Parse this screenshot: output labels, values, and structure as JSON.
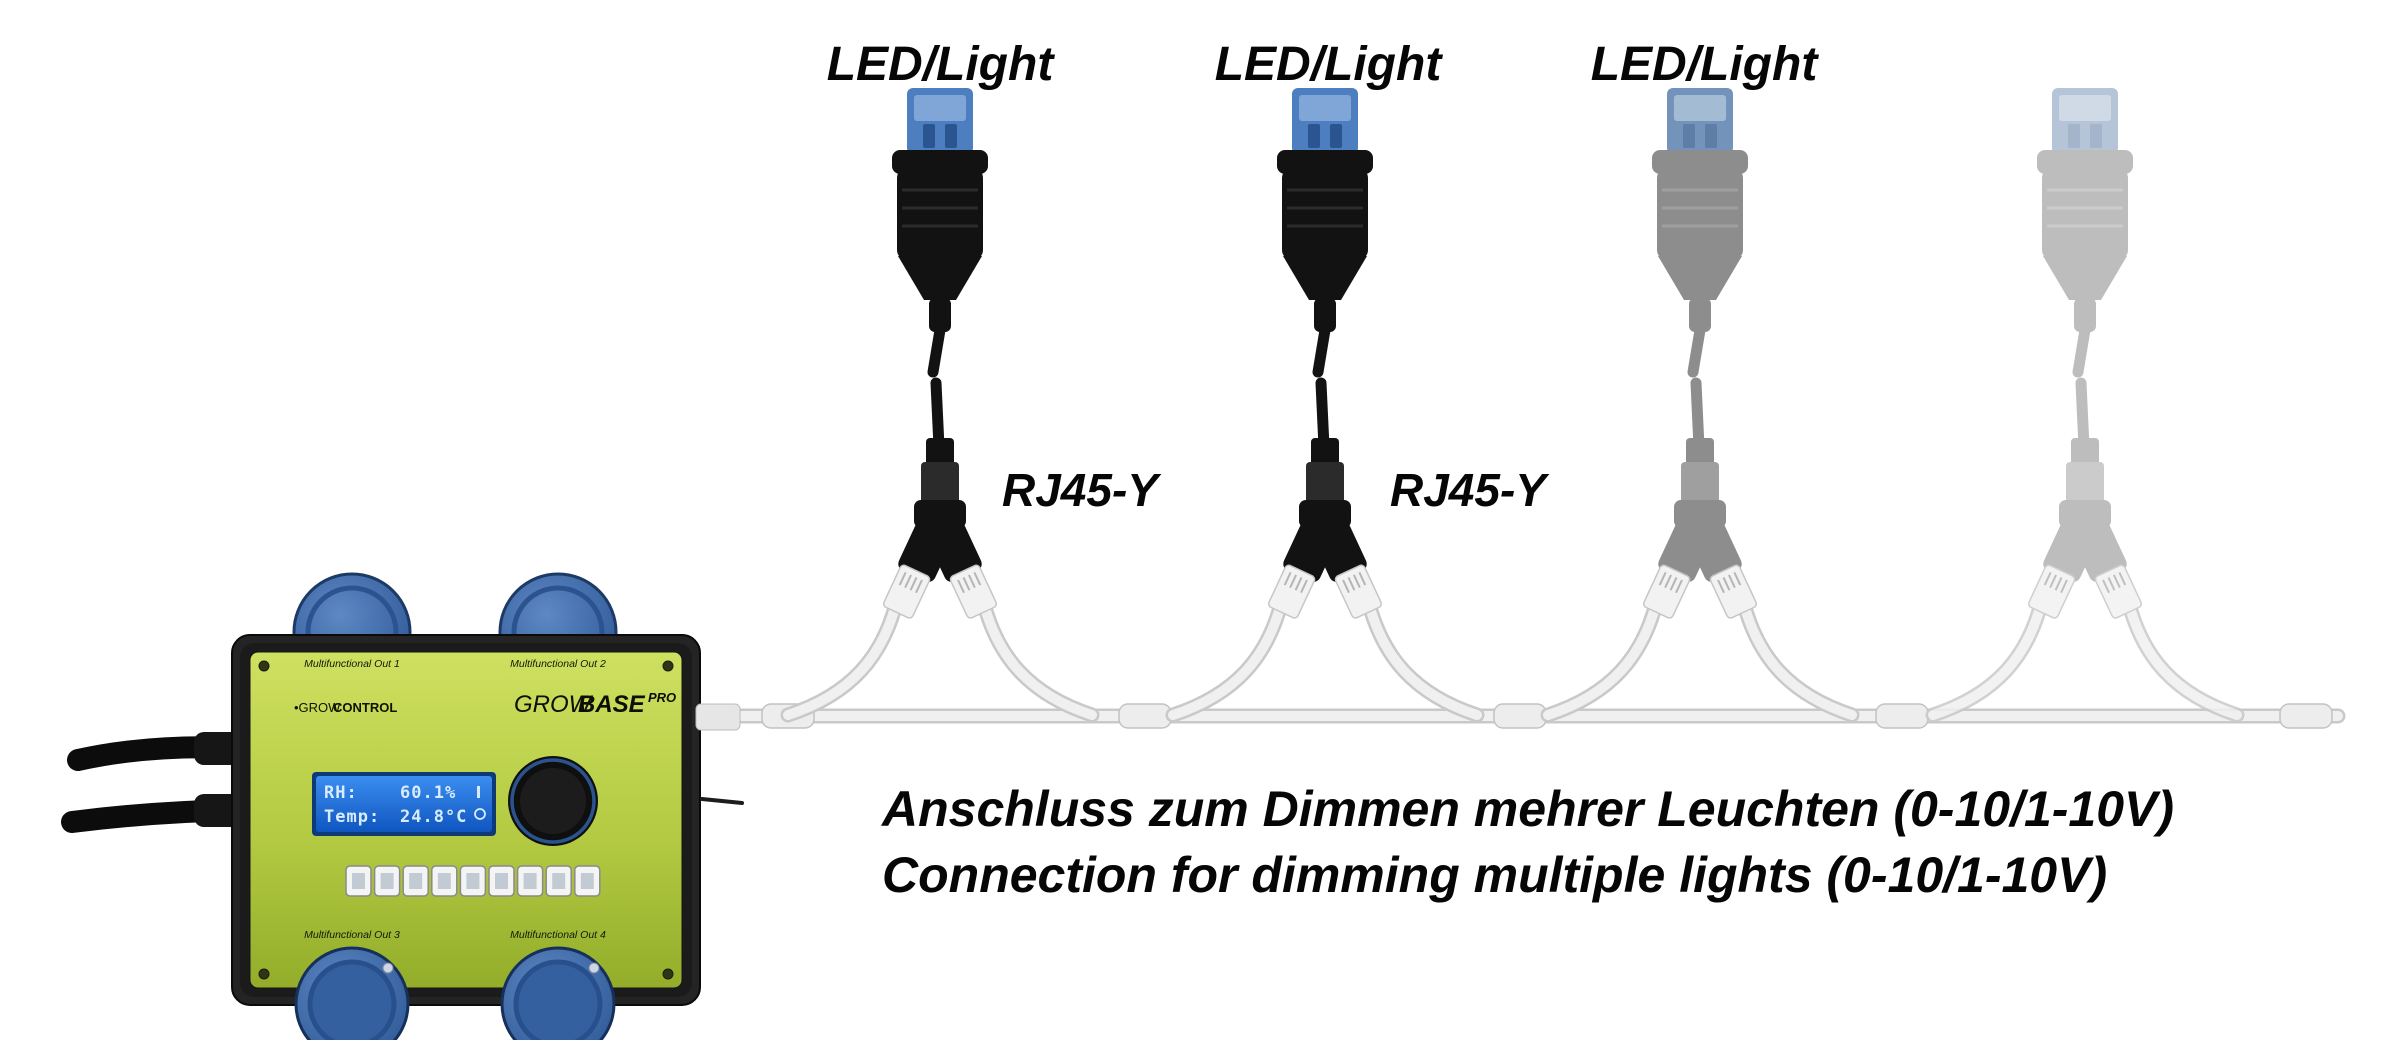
{
  "diagram": {
    "assemblies": [
      {
        "led_label": "LED/Light",
        "rj45_label": "RJ45-Y",
        "appearance": "solid"
      },
      {
        "led_label": "LED/Light",
        "rj45_label": "RJ45-Y",
        "appearance": "solid"
      },
      {
        "led_label": "LED/Light",
        "rj45_label": "",
        "appearance": "ghost"
      },
      {
        "led_label": "",
        "rj45_label": "",
        "appearance": "ghost-light"
      }
    ],
    "caption_de": "Anschluss zum Dimmen mehrer Leuchten (0-10/1-10V)",
    "caption_en": "Connection for dimming multiple lights (0-10/1-10V)"
  },
  "device": {
    "brand": {
      "left_light": "•GROW",
      "left_bold": "CONTROL"
    },
    "model": {
      "grow": "GROW",
      "base": "BASE",
      "pro": "PRO"
    },
    "ports": {
      "out1": "Multifunctional Out 1",
      "out2": "Multifunctional Out 2",
      "out3": "Multifunctional Out 3",
      "out4": "Multifunctional Out 4"
    },
    "display": {
      "rh_label": "RH:",
      "rh_value": "60.1%",
      "temp_label": "Temp:",
      "temp_value": "24.8°C"
    }
  },
  "colors": {
    "background": "#ffffff",
    "panel_green": "#b6cc3e",
    "socket_blue": "#3c66a8",
    "connector_blue": "#4d7fc0",
    "lcd_blue": "#2b7de0",
    "cable_black": "#121212",
    "cable_white": "#f0f0f0",
    "ghost_gray": "#8d8d8d",
    "ghost_gray_light": "#b2b2b2"
  }
}
